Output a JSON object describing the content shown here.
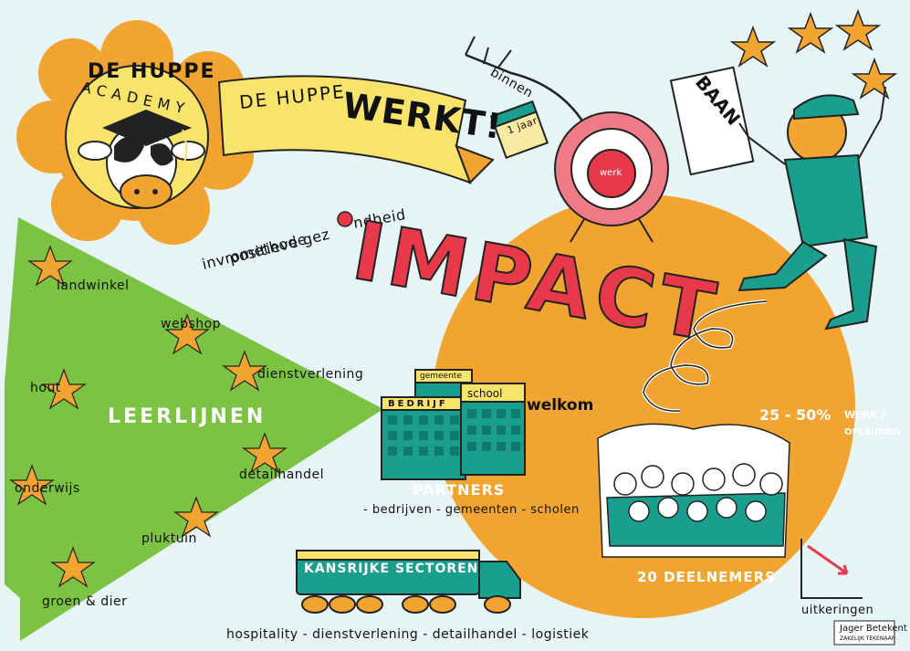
{
  "header": {
    "logo_line1": "DE HUPPE",
    "logo_line2": "ACADEMY",
    "banner_text_a": "DE HUPPE",
    "banner_text_b": "WERKT!"
  },
  "goal": {
    "time_label": "binnen",
    "calendar": "1 jaar",
    "target_center": "werk",
    "paper": "BAAN"
  },
  "methods": {
    "line1": "invromethode",
    "line2": "positieve gez",
    "line2_end": "ndheid"
  },
  "impact_title": "IMPACT",
  "tree": {
    "title": "LEERLIJNEN",
    "items": [
      "landwinkel",
      "webshop",
      "hout",
      "dienstverlening",
      "onderwijs",
      "detailhandel",
      "pluktuin",
      "groen & dier"
    ]
  },
  "partners": {
    "labels": [
      "gemeente",
      "BEDRIJF",
      "school"
    ],
    "welkom": "welkom",
    "title": "PARTNERS",
    "subtitle": "- bedrijven - gemeenten - scholen"
  },
  "stats": {
    "percentage": "25 - 50%",
    "percentage_label1": "WERK /",
    "percentage_label2": "OPLEIDING",
    "participants": "20 DEELNEMERS",
    "benefits": "uitkeringen"
  },
  "sectors": {
    "truck_label": "KANSRIJKE SECTOREN",
    "list": "hospitality - dienstverlening - detailhandel - logistiek"
  },
  "signature": {
    "name": "Jager Betekent",
    "tag": "ZAKELIJK TEKENAAR"
  },
  "colors": {
    "background": "#e6f4f6",
    "orange": "#f2a431",
    "green": "#7cc243",
    "teal": "#1a9e8e",
    "red": "#e8394a",
    "yellow": "#f8e36b"
  }
}
